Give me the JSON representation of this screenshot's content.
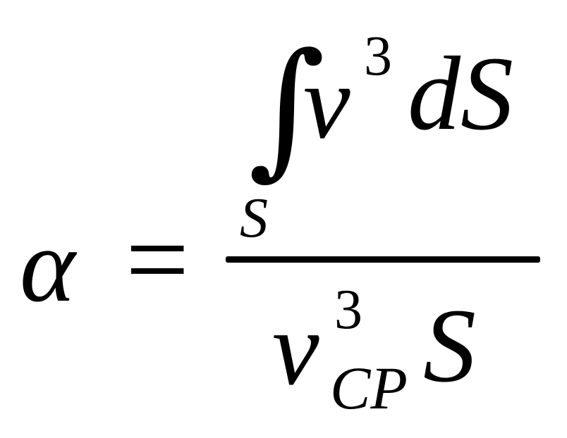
{
  "formula": {
    "lhs": "α",
    "equals": "=",
    "numerator": {
      "integral": "∫",
      "lower_limit": "S",
      "base": "v",
      "exponent": "3",
      "differential": "dS"
    },
    "denominator": {
      "base": "v",
      "exponent": "3",
      "subscript": "CP",
      "factor": "S"
    }
  }
}
